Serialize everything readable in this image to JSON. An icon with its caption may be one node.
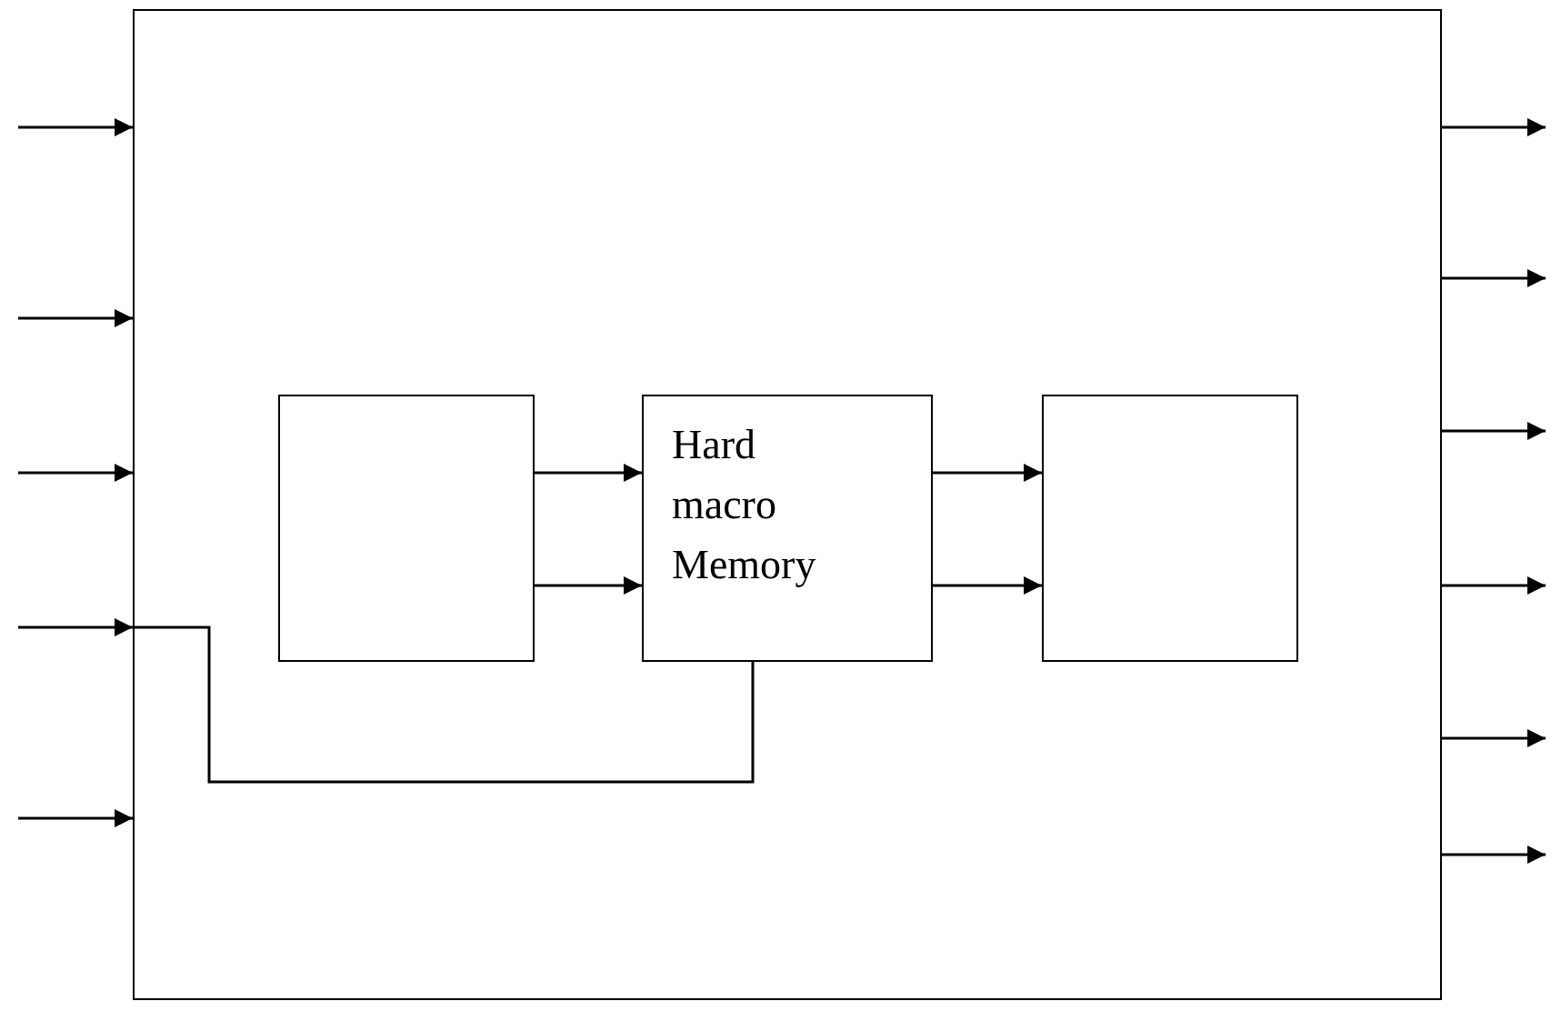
{
  "diagram": {
    "nodes": [
      {
        "text": [],
        "shape": "box"
      },
      {
        "text": [],
        "shape": "box",
        "in": 0
      },
      {
        "text": [
          "Hard macro Memory"
        ],
        "in": 0
      },
      {
        "text": [],
        "shape": "box",
        "in": 0
      }
    ],
    "edges": [
      {
        "from": null,
        "to": 0,
        "arrow": "to"
      },
      {
        "from": null,
        "to": 0,
        "arrow": "to"
      },
      {
        "from": null,
        "to": 0,
        "arrow": "to"
      },
      {
        "from": null,
        "to": 0,
        "arrow": "to"
      },
      {
        "from": null,
        "to": 2,
        "arrow": "none"
      },
      {
        "from": null,
        "to": 0,
        "arrow": "to"
      },
      {
        "from": 1,
        "to": 2,
        "arrow": "to"
      },
      {
        "from": 1,
        "to": 2,
        "arrow": "to"
      },
      {
        "from": 2,
        "to": 3,
        "arrow": "to"
      },
      {
        "from": 2,
        "to": 3,
        "arrow": "to"
      },
      {
        "from": 0,
        "to": null,
        "arrow": "to"
      },
      {
        "from": 0,
        "to": null,
        "arrow": "to"
      },
      {
        "from": 0,
        "to": null,
        "arrow": "to"
      },
      {
        "from": 0,
        "to": null,
        "arrow": "to"
      },
      {
        "from": 0,
        "to": null,
        "arrow": "to"
      },
      {
        "from": 0,
        "to": null,
        "arrow": "to"
      }
    ]
  }
}
